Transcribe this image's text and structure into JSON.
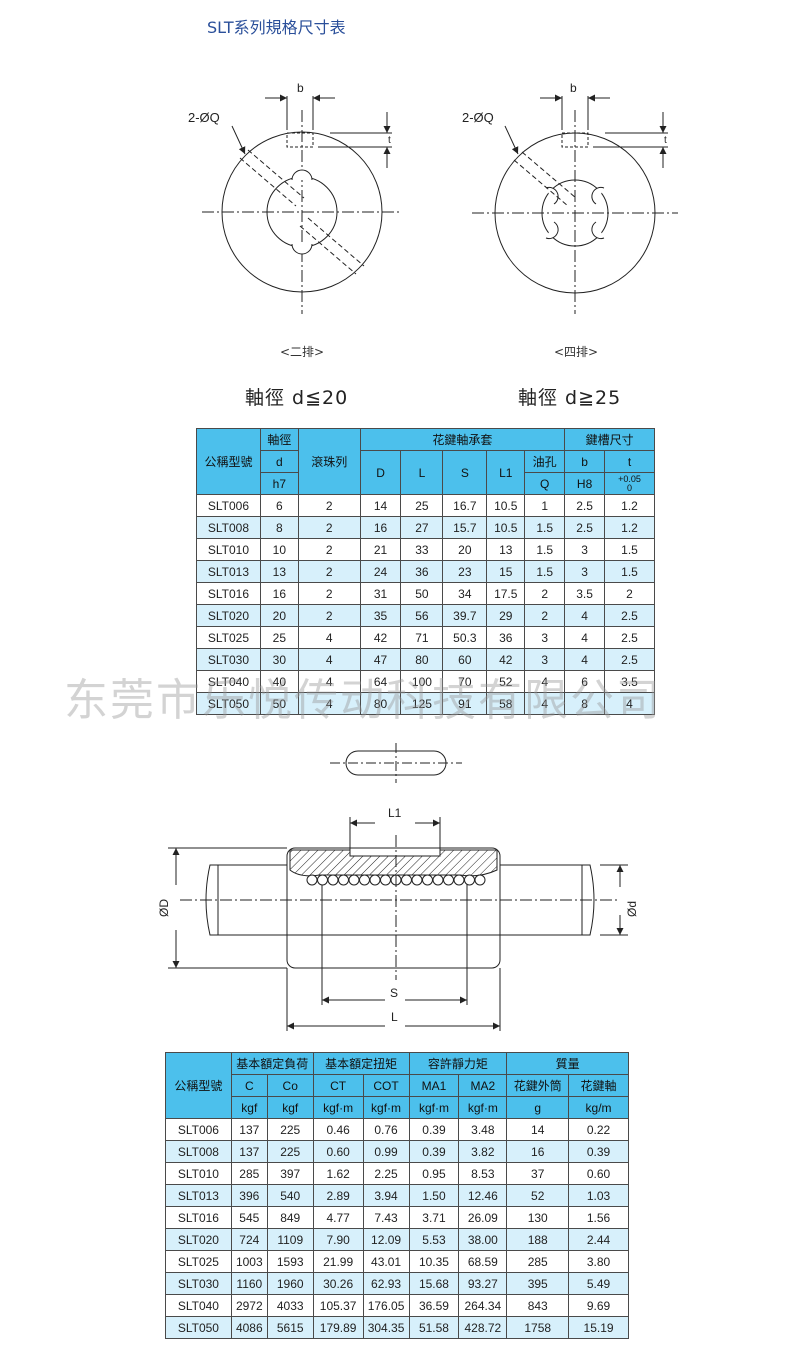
{
  "title": "SLT系列規格尺寸表",
  "figures": {
    "label_b": "b",
    "label_t": "t",
    "label_q": "2-ØQ",
    "two_row_caption": "<二排>",
    "four_row_caption": "<四排>",
    "shaft_small": "軸徑  d≦20",
    "shaft_large": "軸徑  d≧25"
  },
  "table1": {
    "h_model": "公稱型號",
    "h_shaft": "軸徑",
    "h_d": "d",
    "h_h7": "h7",
    "h_rows": "滾珠列",
    "h_bushing": "花鍵軸承套",
    "h_D": "D",
    "h_L": "L",
    "h_S": "S",
    "h_L1": "L1",
    "h_oil": "油孔",
    "h_Q": "Q",
    "h_key": "鍵槽尺寸",
    "h_b": "b",
    "h_H8": "H8",
    "h_t": "t",
    "h_tol": "+0.05",
    "h_tol0": "0",
    "rows": [
      [
        "SLT006",
        "6",
        "2",
        "14",
        "25",
        "16.7",
        "10.5",
        "1",
        "2.5",
        "1.2"
      ],
      [
        "SLT008",
        "8",
        "2",
        "16",
        "27",
        "15.7",
        "10.5",
        "1.5",
        "2.5",
        "1.2"
      ],
      [
        "SLT010",
        "10",
        "2",
        "21",
        "33",
        "20",
        "13",
        "1.5",
        "3",
        "1.5"
      ],
      [
        "SLT013",
        "13",
        "2",
        "24",
        "36",
        "23",
        "15",
        "1.5",
        "3",
        "1.5"
      ],
      [
        "SLT016",
        "16",
        "2",
        "31",
        "50",
        "34",
        "17.5",
        "2",
        "3.5",
        "2"
      ],
      [
        "SLT020",
        "20",
        "2",
        "35",
        "56",
        "39.7",
        "29",
        "2",
        "4",
        "2.5"
      ],
      [
        "SLT025",
        "25",
        "4",
        "42",
        "71",
        "50.3",
        "36",
        "3",
        "4",
        "2.5"
      ],
      [
        "SLT030",
        "30",
        "4",
        "47",
        "80",
        "60",
        "42",
        "3",
        "4",
        "2.5"
      ],
      [
        "SLT040",
        "40",
        "4",
        "64",
        "100",
        "70",
        "52",
        "4",
        "6",
        "3.5"
      ],
      [
        "SLT050",
        "50",
        "4",
        "80",
        "125",
        "91",
        "58",
        "4",
        "8",
        "4"
      ]
    ]
  },
  "watermark": "东莞市乐悦传动科技有限公司",
  "drawing": {
    "label_L1": "L1",
    "label_S": "S",
    "label_L": "L",
    "label_D": "ØD",
    "label_d": "Ød"
  },
  "table2": {
    "h_model": "公稱型號",
    "h_load": "基本額定負荷",
    "h_torque": "基本額定扭矩",
    "h_moment": "容許靜力矩",
    "h_mass": "質量",
    "h_C": "C",
    "h_Co": "Co",
    "h_CT": "CT",
    "h_COT": "COT",
    "h_MA1": "MA1",
    "h_MA2": "MA2",
    "h_outer": "花鍵外筒",
    "h_shaft": "花鍵軸",
    "u_kgf": "kgf",
    "u_kgfm": "kgf·m",
    "u_g": "g",
    "u_kgm": "kg/m",
    "rows": [
      [
        "SLT006",
        "137",
        "225",
        "0.46",
        "0.76",
        "0.39",
        "3.48",
        "14",
        "0.22"
      ],
      [
        "SLT008",
        "137",
        "225",
        "0.60",
        "0.99",
        "0.39",
        "3.82",
        "16",
        "0.39"
      ],
      [
        "SLT010",
        "285",
        "397",
        "1.62",
        "2.25",
        "0.95",
        "8.53",
        "37",
        "0.60"
      ],
      [
        "SLT013",
        "396",
        "540",
        "2.89",
        "3.94",
        "1.50",
        "12.46",
        "52",
        "1.03"
      ],
      [
        "SLT016",
        "545",
        "849",
        "4.77",
        "7.43",
        "3.71",
        "26.09",
        "130",
        "1.56"
      ],
      [
        "SLT020",
        "724",
        "1109",
        "7.90",
        "12.09",
        "5.53",
        "38.00",
        "188",
        "2.44"
      ],
      [
        "SLT025",
        "1003",
        "1593",
        "21.99",
        "43.01",
        "10.35",
        "68.59",
        "285",
        "3.80"
      ],
      [
        "SLT030",
        "1160",
        "1960",
        "30.26",
        "62.93",
        "15.68",
        "93.27",
        "395",
        "5.49"
      ],
      [
        "SLT040",
        "2972",
        "4033",
        "105.37",
        "176.05",
        "36.59",
        "264.34",
        "843",
        "9.69"
      ],
      [
        "SLT050",
        "4086",
        "5615",
        "179.89",
        "304.35",
        "51.58",
        "428.72",
        "1758",
        "15.19"
      ]
    ]
  }
}
